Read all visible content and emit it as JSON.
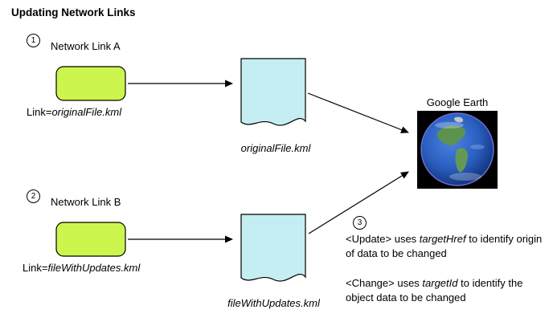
{
  "title": "Updating Network Links",
  "colors": {
    "node_fill": "#ccf64d",
    "node_stroke": "#000000",
    "doc_fill": "#c5eef2",
    "doc_stroke": "#000000",
    "arrow": "#000000",
    "earth_ocean": "#2a5fc0",
    "earth_land": "#5e9448"
  },
  "step1": {
    "number": "1",
    "label": "Network Link A",
    "link_prefix": "Link=",
    "link_file": "originalFile.kml"
  },
  "doc1": {
    "label": "originalFile.kml"
  },
  "step2": {
    "number": "2",
    "label": "Network Link B",
    "link_prefix": "Link=",
    "link_file": "fileWithUpdates.kml"
  },
  "doc2": {
    "label": "fileWithUpdates.kml"
  },
  "google_earth": {
    "label": "Google Earth"
  },
  "step3": {
    "number": "3",
    "update_pre": "<Update> uses ",
    "update_em": "targetHref",
    "update_post": " to identify origin of data to be changed",
    "change_pre": "<Change> uses ",
    "change_em": "targetId",
    "change_post": " to identify the object data to be changed"
  }
}
